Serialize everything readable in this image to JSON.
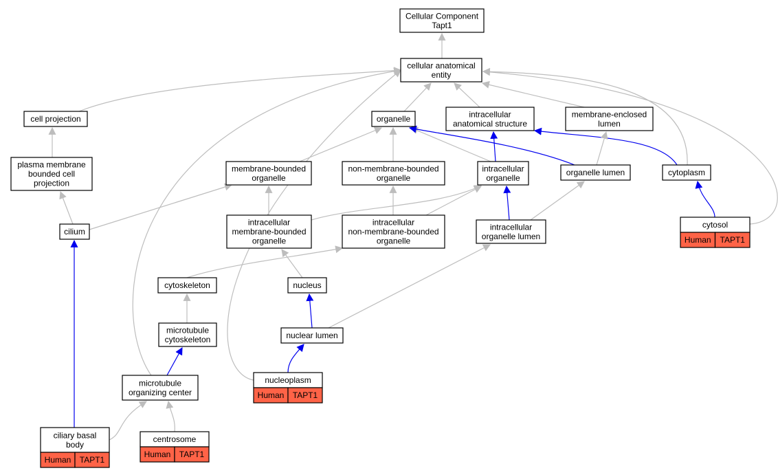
{
  "colors": {
    "is_a_edge": "#bdbdbd",
    "part_of_edge": "#0000ee",
    "annotation_fill": "#ff6347",
    "node_fill": "#ffffff",
    "node_stroke": "#000000"
  },
  "nodes": [
    {
      "id": "root",
      "lines": [
        "Cellular Component",
        "Tapt1"
      ]
    },
    {
      "id": "cellular_anatomical_entity",
      "lines": [
        "cellular anatomical",
        "entity"
      ]
    },
    {
      "id": "cell_projection",
      "lines": [
        "cell projection"
      ]
    },
    {
      "id": "organelle",
      "lines": [
        "organelle"
      ]
    },
    {
      "id": "intracellular_anatomical_structure",
      "lines": [
        "intracellular",
        "anatomical structure"
      ]
    },
    {
      "id": "membrane_enclosed_lumen",
      "lines": [
        "membrane-enclosed",
        "lumen"
      ]
    },
    {
      "id": "plasma_membrane_bounded_cell_projection",
      "lines": [
        "plasma membrane",
        "bounded cell",
        "projection"
      ]
    },
    {
      "id": "membrane_bounded_organelle",
      "lines": [
        "membrane-bounded",
        "organelle"
      ]
    },
    {
      "id": "non_membrane_bounded_organelle",
      "lines": [
        "non-membrane-bounded",
        "organelle"
      ]
    },
    {
      "id": "intracellular_organelle",
      "lines": [
        "intracellular",
        "organelle"
      ]
    },
    {
      "id": "organelle_lumen",
      "lines": [
        "organelle lumen"
      ]
    },
    {
      "id": "cytoplasm",
      "lines": [
        "cytoplasm"
      ]
    },
    {
      "id": "cilium",
      "lines": [
        "cilium"
      ]
    },
    {
      "id": "intracellular_membrane_bounded_organelle",
      "lines": [
        "intracellular",
        "membrane-bounded",
        "organelle"
      ]
    },
    {
      "id": "intracellular_non_membrane_bounded_organelle",
      "lines": [
        "intracellular",
        "non-membrane-bounded",
        "organelle"
      ]
    },
    {
      "id": "intracellular_organelle_lumen",
      "lines": [
        "intracellular",
        "organelle lumen"
      ]
    },
    {
      "id": "cytosol",
      "lines": [
        "cytosol"
      ],
      "annotations": [
        "Human",
        "TAPT1"
      ]
    },
    {
      "id": "cytoskeleton",
      "lines": [
        "cytoskeleton"
      ]
    },
    {
      "id": "nucleus",
      "lines": [
        "nucleus"
      ]
    },
    {
      "id": "microtubule_cytoskeleton",
      "lines": [
        "microtubule",
        "cytoskeleton"
      ]
    },
    {
      "id": "nuclear_lumen",
      "lines": [
        "nuclear lumen"
      ]
    },
    {
      "id": "microtubule_organizing_center",
      "lines": [
        "microtubule",
        "organizing center"
      ]
    },
    {
      "id": "nucleoplasm",
      "lines": [
        "nucleoplasm"
      ],
      "annotations": [
        "Human",
        "TAPT1"
      ]
    },
    {
      "id": "ciliary_basal_body",
      "lines": [
        "ciliary basal",
        "body"
      ],
      "annotations": [
        "Human",
        "TAPT1"
      ]
    },
    {
      "id": "centrosome",
      "lines": [
        "centrosome"
      ],
      "annotations": [
        "Human",
        "TAPT1"
      ]
    }
  ],
  "edges": [
    {
      "from": "cellular_anatomical_entity",
      "to": "root",
      "rel": "is_a"
    },
    {
      "from": "cell_projection",
      "to": "cellular_anatomical_entity",
      "rel": "is_a"
    },
    {
      "from": "organelle",
      "to": "cellular_anatomical_entity",
      "rel": "is_a"
    },
    {
      "from": "intracellular_anatomical_structure",
      "to": "cellular_anatomical_entity",
      "rel": "is_a"
    },
    {
      "from": "membrane_enclosed_lumen",
      "to": "cellular_anatomical_entity",
      "rel": "is_a"
    },
    {
      "from": "cytoplasm",
      "to": "cellular_anatomical_entity",
      "rel": "is_a"
    },
    {
      "from": "cytosol",
      "to": "cellular_anatomical_entity",
      "rel": "is_a"
    },
    {
      "from": "microtubule_organizing_center",
      "to": "cellular_anatomical_entity",
      "rel": "is_a"
    },
    {
      "from": "nucleoplasm",
      "to": "cellular_anatomical_entity",
      "rel": "is_a"
    },
    {
      "from": "plasma_membrane_bounded_cell_projection",
      "to": "cell_projection",
      "rel": "is_a"
    },
    {
      "from": "membrane_bounded_organelle",
      "to": "organelle",
      "rel": "is_a"
    },
    {
      "from": "non_membrane_bounded_organelle",
      "to": "organelle",
      "rel": "is_a"
    },
    {
      "from": "intracellular_organelle",
      "to": "organelle",
      "rel": "is_a"
    },
    {
      "from": "organelle_lumen",
      "to": "organelle",
      "rel": "part_of"
    },
    {
      "from": "intracellular_organelle",
      "to": "intracellular_anatomical_structure",
      "rel": "part_of"
    },
    {
      "from": "cytoplasm",
      "to": "intracellular_anatomical_structure",
      "rel": "part_of"
    },
    {
      "from": "organelle_lumen",
      "to": "membrane_enclosed_lumen",
      "rel": "is_a"
    },
    {
      "from": "cilium",
      "to": "plasma_membrane_bounded_cell_projection",
      "rel": "is_a"
    },
    {
      "from": "cilium",
      "to": "membrane_bounded_organelle",
      "rel": "is_a"
    },
    {
      "from": "intracellular_membrane_bounded_organelle",
      "to": "membrane_bounded_organelle",
      "rel": "is_a"
    },
    {
      "from": "intracellular_membrane_bounded_organelle",
      "to": "intracellular_organelle",
      "rel": "is_a"
    },
    {
      "from": "intracellular_non_membrane_bounded_organelle",
      "to": "non_membrane_bounded_organelle",
      "rel": "is_a"
    },
    {
      "from": "intracellular_non_membrane_bounded_organelle",
      "to": "intracellular_organelle",
      "rel": "is_a"
    },
    {
      "from": "intracellular_organelle_lumen",
      "to": "intracellular_organelle",
      "rel": "part_of"
    },
    {
      "from": "intracellular_organelle_lumen",
      "to": "organelle_lumen",
      "rel": "is_a"
    },
    {
      "from": "cytosol",
      "to": "cytoplasm",
      "rel": "part_of"
    },
    {
      "from": "ciliary_basal_body",
      "to": "cilium",
      "rel": "part_of"
    },
    {
      "from": "cytoskeleton",
      "to": "intracellular_non_membrane_bounded_organelle",
      "rel": "is_a"
    },
    {
      "from": "nucleus",
      "to": "intracellular_membrane_bounded_organelle",
      "rel": "is_a"
    },
    {
      "from": "microtubule_cytoskeleton",
      "to": "cytoskeleton",
      "rel": "is_a"
    },
    {
      "from": "nuclear_lumen",
      "to": "nucleus",
      "rel": "part_of"
    },
    {
      "from": "nuclear_lumen",
      "to": "intracellular_organelle_lumen",
      "rel": "is_a"
    },
    {
      "from": "microtubule_organizing_center",
      "to": "microtubule_cytoskeleton",
      "rel": "part_of"
    },
    {
      "from": "nucleoplasm",
      "to": "nuclear_lumen",
      "rel": "part_of"
    },
    {
      "from": "ciliary_basal_body",
      "to": "microtubule_organizing_center",
      "rel": "is_a"
    },
    {
      "from": "centrosome",
      "to": "microtubule_organizing_center",
      "rel": "is_a"
    }
  ]
}
